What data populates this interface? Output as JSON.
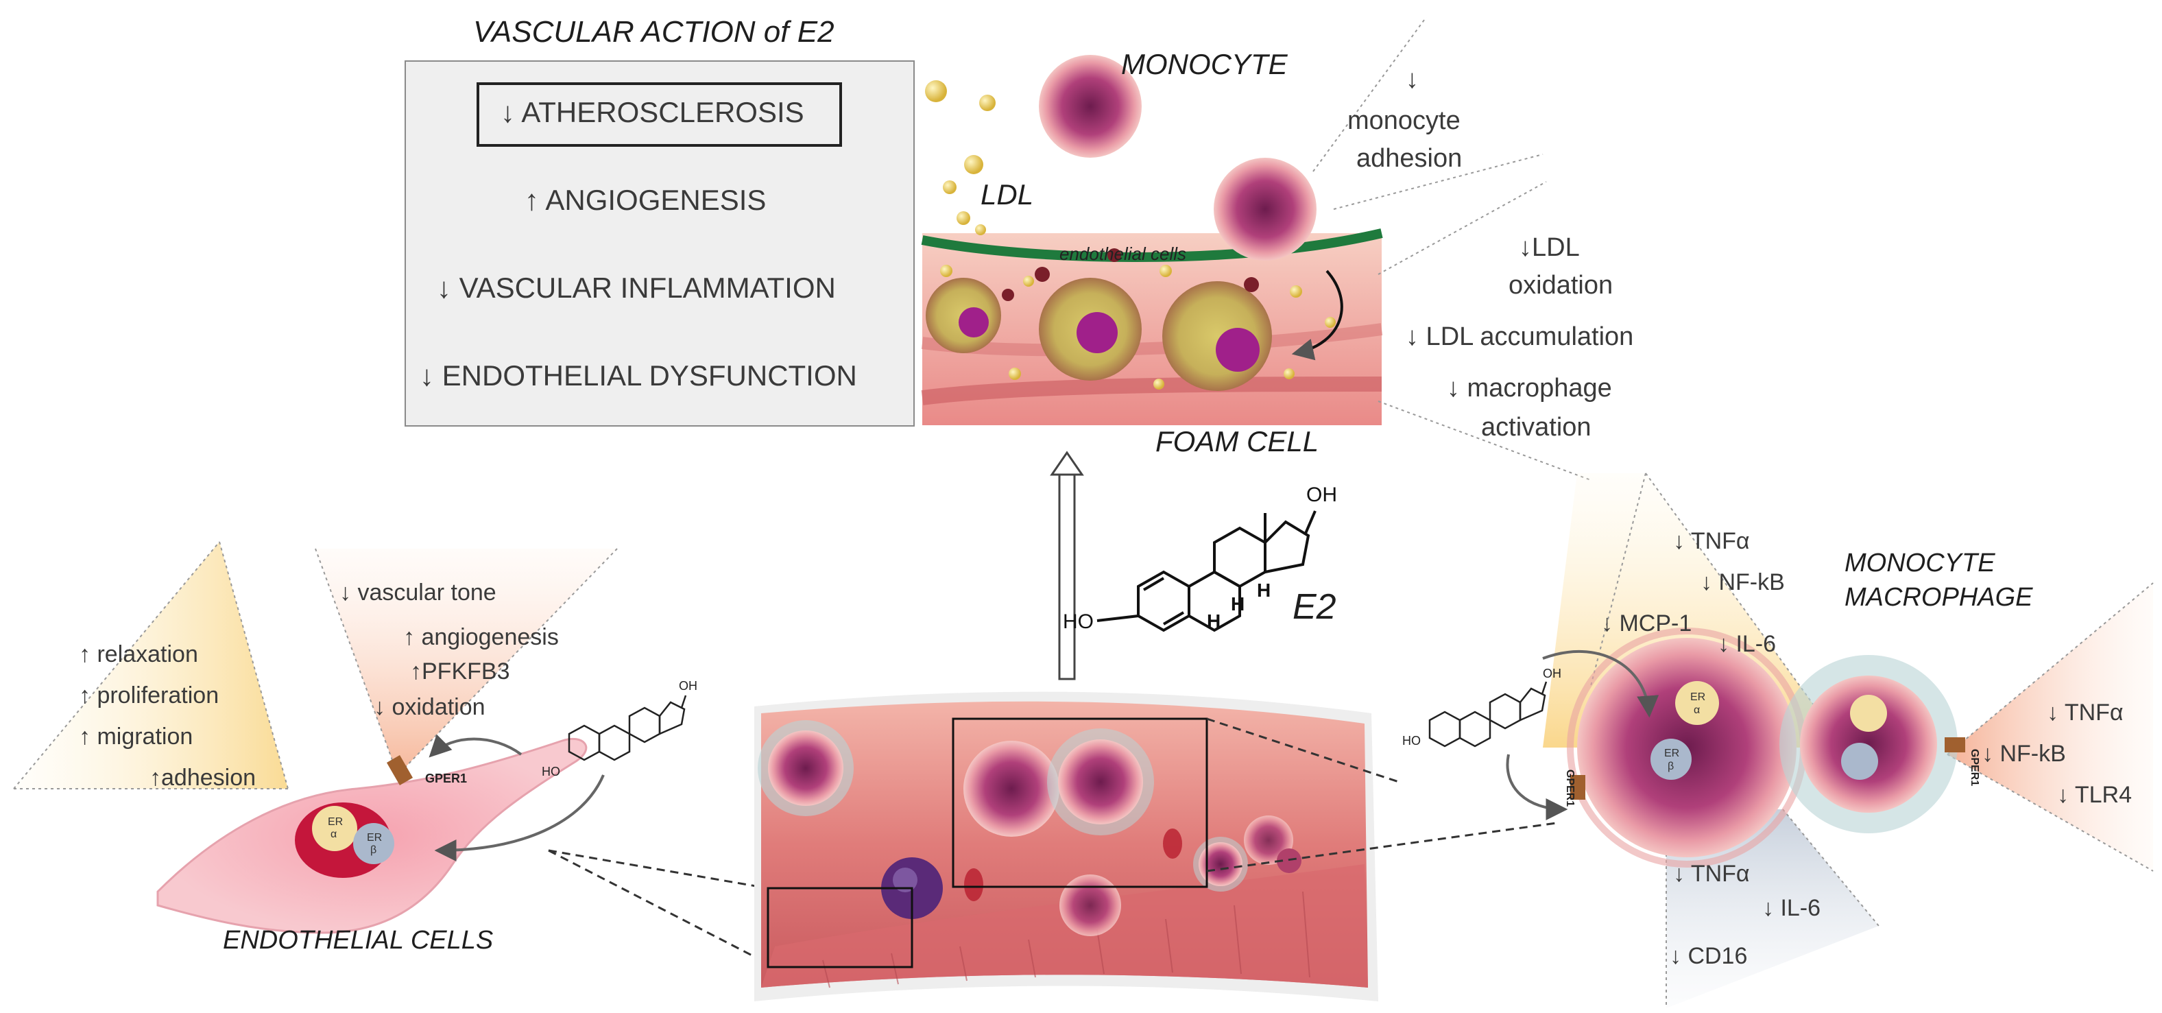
{
  "title": "VASCULAR ACTION of E2",
  "summary_box": {
    "items": [
      "↓ ATHEROSCLEROSIS",
      "↑ ANGIOGENESIS",
      "↓ VASCULAR INFLAMMATION",
      "↓ ENDOTHELIAL DYSFUNCTION"
    ]
  },
  "top_panel": {
    "monocyte_label": "MONOCYTE",
    "ldl_label": "LDL",
    "endothelial_label": "endothelial cells",
    "foam_cell_label": "FOAM CELL",
    "effects": {
      "adhesion": [
        "↓",
        "monocyte",
        "adhesion"
      ],
      "ldl_oxidation": [
        "↓LDL",
        "oxidation"
      ],
      "ldl_accumulation": "↓ LDL accumulation",
      "macrophage_activation": [
        "↓ macrophage",
        "activation"
      ]
    }
  },
  "e2": {
    "label": "E2",
    "oh_top": "OH",
    "ho_left": "HO",
    "h_labels": [
      "H",
      "H",
      "H"
    ]
  },
  "endothelial": {
    "caption": "ENDOTHELIAL CELLS",
    "left_effects": [
      "↑ relaxation",
      "↑ proliferation",
      "↑ migration",
      "↑adhesion"
    ],
    "top_effects": [
      "↓ vascular tone",
      "↑ angiogenesis",
      "↑PFKFB3",
      "↓ oxidation"
    ],
    "gper": "GPER1",
    "er_alpha": [
      "ER",
      "α"
    ],
    "er_beta": [
      "ER",
      "β"
    ],
    "small_oh": "OH",
    "small_ho": "HO"
  },
  "monocyte_macrophage": {
    "caption": [
      "MONOCYTE",
      "MACROPHAGE"
    ],
    "top_effects": [
      "↓ TNFα",
      "↓ NF-kB",
      "↓ MCP-1",
      "↓ IL-6"
    ],
    "right_effects": [
      "↓ TNFα",
      "↓ NF-kB",
      "↓ TLR4"
    ],
    "bottom_effects": [
      "↓ TNFα",
      "↓ IL-6",
      "↓ CD16"
    ],
    "gper_left": "GPER1",
    "gper_right": "GPER1",
    "er_alpha": [
      "ER",
      "α"
    ],
    "er_beta": [
      "ER",
      "β"
    ],
    "small_oh": "OH",
    "small_ho": "HO"
  },
  "colors": {
    "panel_gray": "#efefef",
    "warm_yellow": "#fbe7b5",
    "warm_orange": "#f8c7a8",
    "cool_gray": "#d7dde6",
    "vessel_pink": "#e98e8e",
    "cell_magenta": "#9c2a6a"
  }
}
